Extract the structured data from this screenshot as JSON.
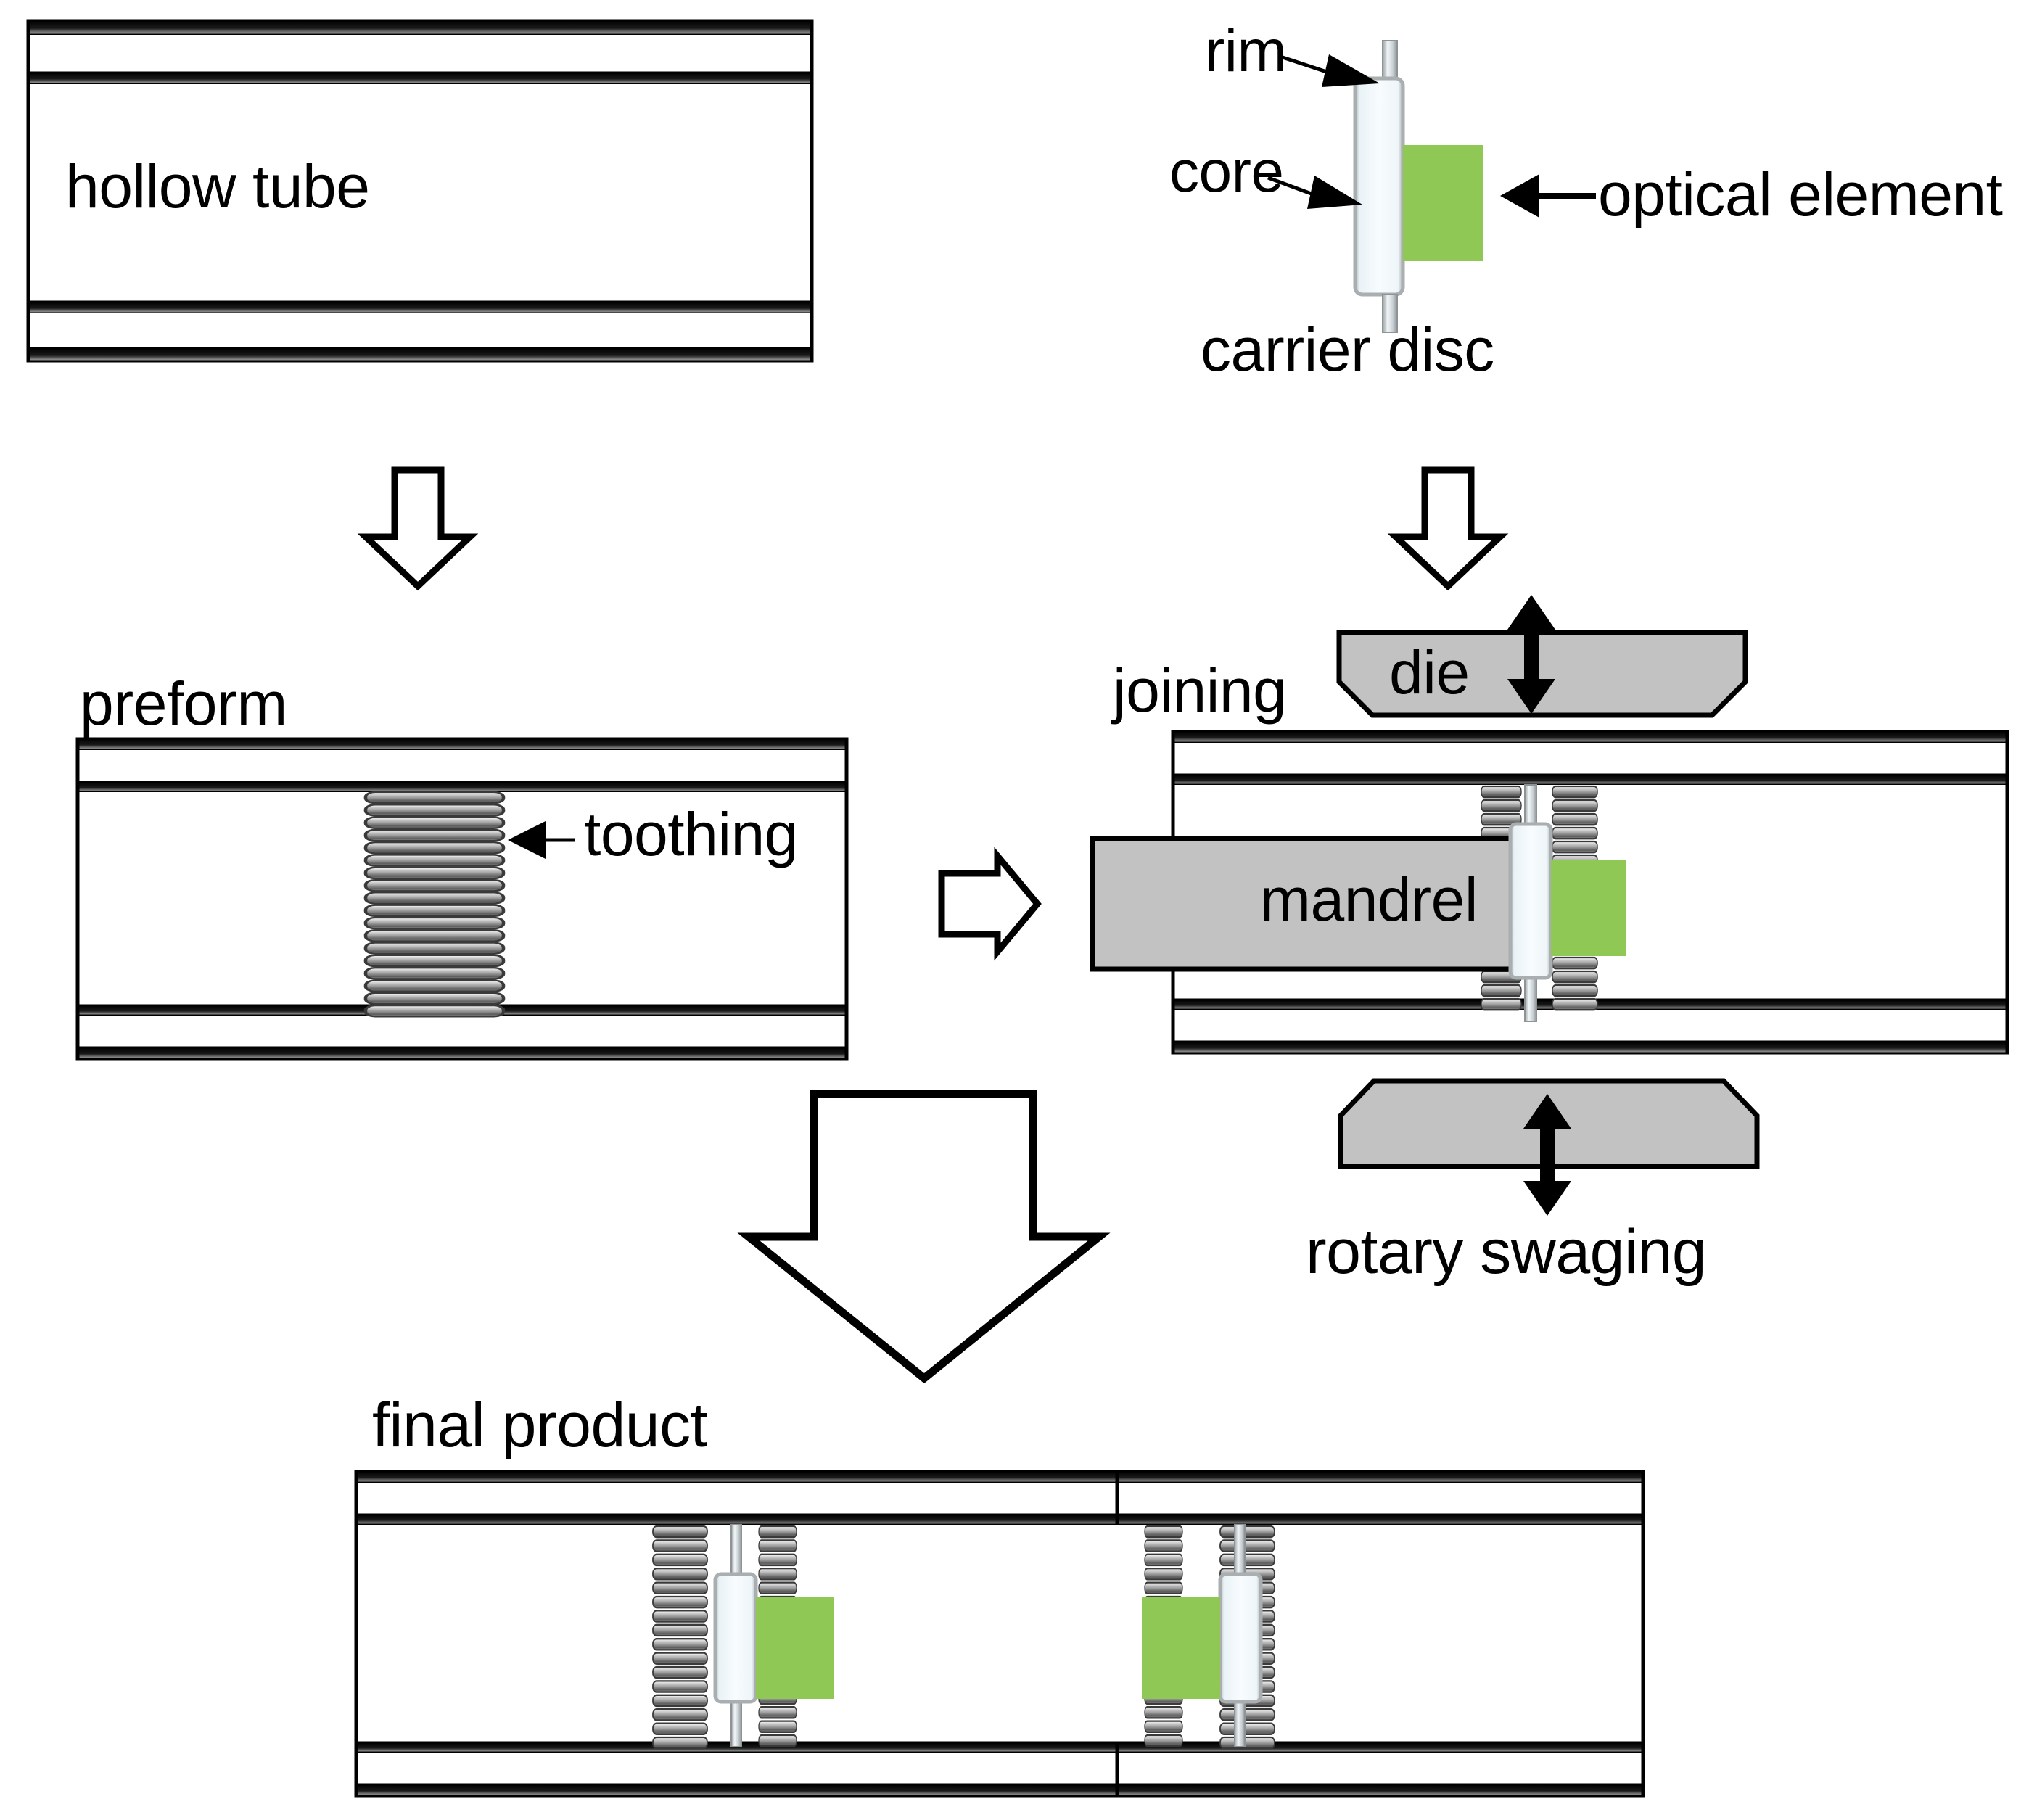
{
  "diagram": {
    "title": "rotary swaging process chain for joining optical elements into a hollow tube",
    "colors": {
      "optical_element_green": "#8fc855",
      "tool_gray": "#c2c2c2",
      "tooth_gray": "#7a7a7a",
      "carrier_core_white": "#f4fafd",
      "carrier_edge_gray": "#a9aeb0",
      "outline_black": "#000000"
    },
    "labels": {
      "hollow_tube": "hollow tube",
      "rim": "rim",
      "core": "core",
      "optical_element": "optical element",
      "carrier_disc": "carrier disc",
      "preform": "preform",
      "toothing": "toothing",
      "joining": "joining",
      "die": "die",
      "mandrel": "mandrel",
      "rotary_swaging": "rotary swaging",
      "final_product": "final product"
    },
    "stages": [
      {
        "id": "hollow-tube",
        "label": "hollow tube",
        "position": "top-left",
        "components": [
          "tube-wall-top",
          "tube-bore",
          "tube-wall-bottom"
        ]
      },
      {
        "id": "carrier-disc-assembly",
        "label": "carrier disc",
        "position": "top-right",
        "components": [
          "rim-stub-top",
          "core",
          "rim-stub-bottom",
          "optical-element"
        ],
        "callouts": [
          "rim",
          "core",
          "optical element"
        ]
      },
      {
        "id": "preform",
        "label": "preform",
        "position": "middle-left",
        "components": [
          "tube-wall-top",
          "toothing-field",
          "tube-wall-bottom"
        ],
        "callouts": [
          "toothing"
        ]
      },
      {
        "id": "joining",
        "label": "joining",
        "position": "middle-right",
        "components": [
          "upper-die",
          "tube",
          "toothing-left",
          "carrier-disc",
          "optical-element",
          "toothing-right",
          "mandrel",
          "lower-die"
        ],
        "callouts": [
          "die",
          "mandrel",
          "rotary swaging"
        ]
      },
      {
        "id": "final-product",
        "label": "final product",
        "position": "bottom-center",
        "components": [
          "tube",
          "carrier-disc-left",
          "optical-element-left",
          "carrier-disc-right",
          "optical-element-right"
        ]
      }
    ],
    "flow_arrows": [
      {
        "id": "arrow-tube-to-preform",
        "direction": "down",
        "style": "hollow-outline"
      },
      {
        "id": "arrow-disc-to-joining",
        "direction": "down",
        "style": "hollow-outline"
      },
      {
        "id": "arrow-preform-to-joining",
        "direction": "right",
        "style": "hollow-outline"
      },
      {
        "id": "arrow-to-final-product",
        "direction": "down",
        "style": "hollow-outline-large"
      },
      {
        "id": "die-stroke-arrow-upper",
        "direction": "up-down",
        "style": "solid-black-double"
      },
      {
        "id": "die-stroke-arrow-lower",
        "direction": "up-down",
        "style": "solid-black-double"
      }
    ]
  }
}
